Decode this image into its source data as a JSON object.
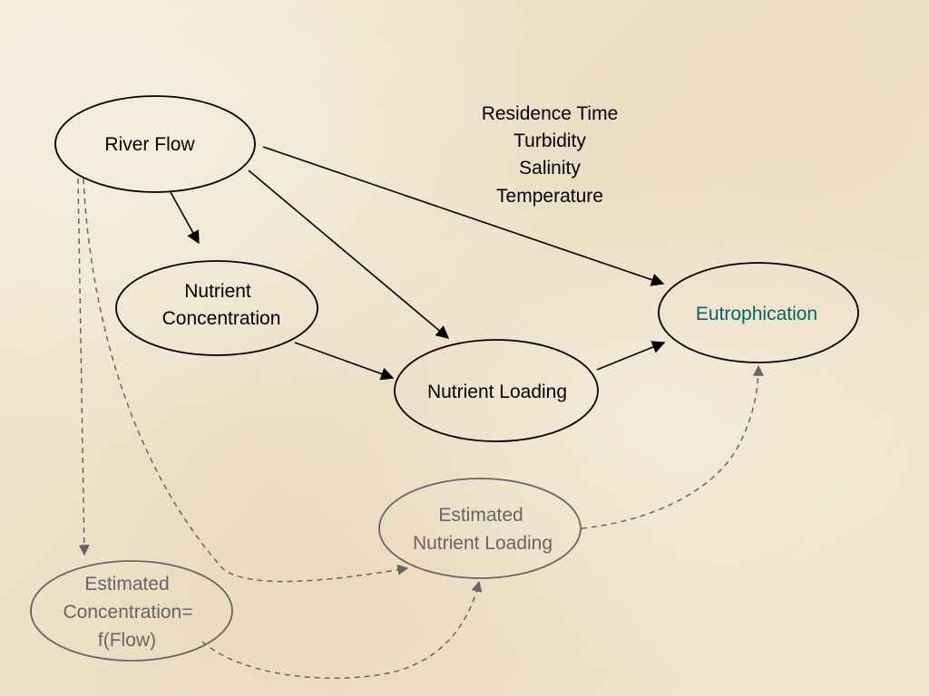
{
  "diagram": {
    "colors": {
      "solid": "#000000",
      "estimated": "#666666",
      "eutrophication_text": "#006666"
    },
    "nodes": {
      "river_flow": {
        "label": "River Flow"
      },
      "nutrient_concentration": {
        "line1": "Nutrient",
        "line2": "Concentration"
      },
      "nutrient_loading": {
        "label": "Nutrient Loading"
      },
      "eutrophication": {
        "label": "Eutrophication"
      },
      "estimated_loading": {
        "line1": "Estimated",
        "line2": "Nutrient Loading"
      },
      "estimated_concentration": {
        "line1": "Estimated",
        "line2": "Concentration=",
        "line3": "f(Flow)"
      }
    },
    "factors": [
      "Residence Time",
      "Turbidity",
      "Salinity",
      "Temperature"
    ],
    "edges": [
      {
        "from": "River Flow",
        "to": "Nutrient Concentration",
        "style": "solid"
      },
      {
        "from": "River Flow",
        "to": "Nutrient Loading",
        "style": "solid"
      },
      {
        "from": "River Flow",
        "to": "Eutrophication",
        "style": "solid"
      },
      {
        "from": "Nutrient Concentration",
        "to": "Nutrient Loading",
        "style": "solid"
      },
      {
        "from": "Nutrient Loading",
        "to": "Eutrophication",
        "style": "solid"
      },
      {
        "from": "River Flow",
        "to": "Estimated Concentration=f(Flow)",
        "style": "dashed"
      },
      {
        "from": "River Flow",
        "to": "Estimated Nutrient Loading",
        "style": "dashed"
      },
      {
        "from": "Estimated Concentration=f(Flow)",
        "to": "Estimated Nutrient Loading",
        "style": "dashed"
      },
      {
        "from": "Estimated Nutrient Loading",
        "to": "Eutrophication",
        "style": "dashed"
      }
    ]
  }
}
